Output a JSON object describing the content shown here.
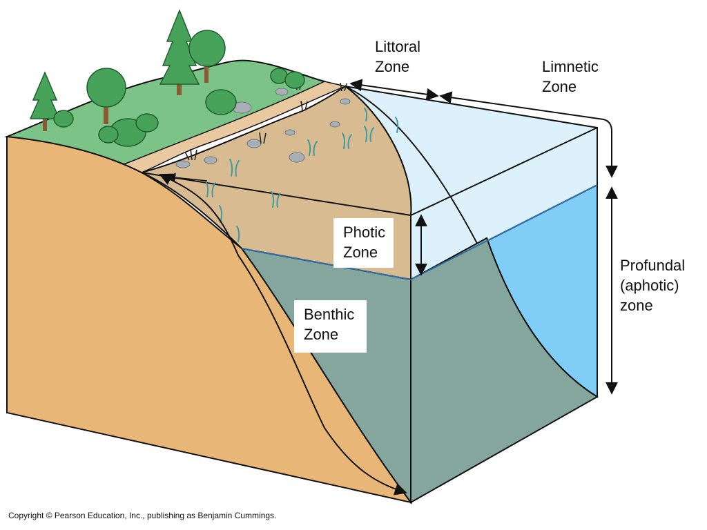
{
  "labels": {
    "littoral": [
      "Littoral",
      "Zone"
    ],
    "limnetic": [
      "Limnetic",
      "Zone"
    ],
    "photic": [
      "Photic",
      "Zone"
    ],
    "benthic": [
      "Benthic",
      "Zone"
    ],
    "profundal": [
      "Profundal",
      "(aphotic)",
      "zone"
    ]
  },
  "copyright": "Copyright © Pearson Education, Inc., publishing as Benjamin Cummings.",
  "colors": {
    "land_grass": "#7cc387",
    "land_soil": "#e8b677",
    "shore_sand": "#e9c9a0",
    "shallow_bed": "#d9bb92",
    "deep_water_face": "#85a69c",
    "limnetic_water": "#dcf1fb",
    "profundal_water": "#80cdf7",
    "tree_foliage": "#48a35a",
    "tree_trunk": "#8a5a33",
    "rock": "#a8b0b6",
    "plant": "#3d9ba0",
    "photic_line": "#2f6fa8"
  }
}
